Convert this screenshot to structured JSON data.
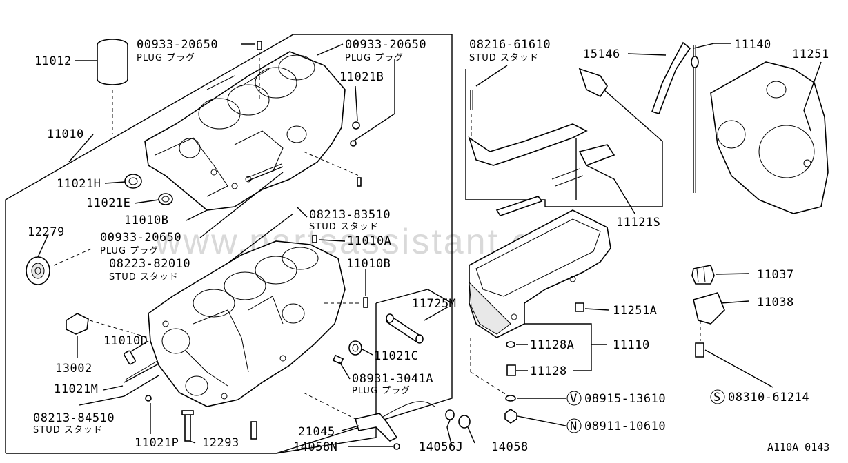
{
  "watermark": "www.partsassistant.com",
  "diagram_code": "A110A 0143",
  "labels": {
    "p11012": "11012",
    "p11010": "11010",
    "p00933_top1": "00933-20650",
    "p00933_top1_sub": "PLUG プラグ",
    "p00933_top2": "00933-20650",
    "p00933_top2_sub": "PLUG プラグ",
    "p11021B": "11021B",
    "p11021H": "11021H",
    "p11021E": "11021E",
    "p11010B_left": "11010B",
    "p00933_mid": "00933-20650",
    "p00933_mid_sub": "PLUG プラグ",
    "p08223": "08223-82010",
    "p08223_sub": "STUD スタッド",
    "p12279": "12279",
    "p13002": "13002",
    "p11010D": "11010D",
    "p11021M": "11021M",
    "p08213_84510": "08213-84510",
    "p08213_84510_sub": "STUD スタッド",
    "p11021P": "11021P",
    "p12293": "12293",
    "p08213_83510": "08213-83510",
    "p08213_83510_sub": "STUD スタッド",
    "p11010A": "11010A",
    "p11010B_right": "11010B",
    "p11021C": "11021C",
    "p08931": "08931-3041A",
    "p08931_sub": "PLUG プラグ",
    "p11725M": "11725M",
    "p21045": "21045",
    "p14058N": "14058N",
    "p14056J": "14056J",
    "p14058": "14058",
    "p08216": "08216-61610",
    "p08216_sub": "STUD スタッド",
    "p15146": "15146",
    "p11140": "11140",
    "p11251": "11251",
    "p11121S": "11121S",
    "p11251A": "11251A",
    "p11128A": "11128A",
    "p11110": "11110",
    "p11128": "11128",
    "p08915": "08915-13610",
    "p08915_prefix": "V",
    "p08911": "08911-10610",
    "p08911_prefix": "N",
    "p11037": "11037",
    "p11038": "11038",
    "p08310": "08310-61214",
    "p08310_prefix": "S"
  }
}
